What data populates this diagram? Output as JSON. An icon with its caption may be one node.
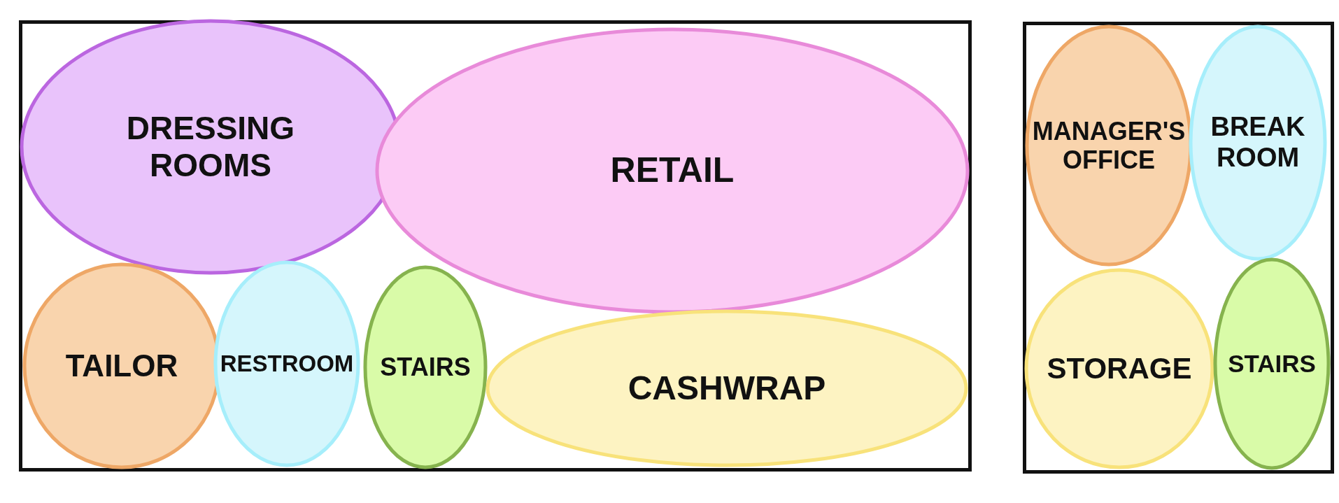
{
  "diagram": {
    "nodes": [
      {
        "text": [],
        "shape": "box"
      },
      {
        "text": [
          "DRESSING ROOMS"
        ],
        "in": 0
      },
      {
        "text": [
          "RETAIL"
        ],
        "in": 0
      },
      {
        "text": [
          "TAILOR"
        ],
        "in": 0
      },
      {
        "text": [
          "RESTROOM"
        ],
        "in": 0
      },
      {
        "text": [
          "STAIRS"
        ],
        "in": 0
      },
      {
        "text": [
          "CASHWRAP"
        ],
        "in": 0
      },
      {
        "text": [],
        "shape": "box"
      },
      {
        "text": [
          "MANAGER'S OFFICE"
        ],
        "in": 7
      },
      {
        "text": [
          "BREAK ROOM"
        ],
        "in": 7
      },
      {
        "text": [
          "STORAGE"
        ],
        "in": 7
      },
      {
        "text": [
          "STAIRS"
        ],
        "in": 7
      }
    ],
    "edges": []
  }
}
